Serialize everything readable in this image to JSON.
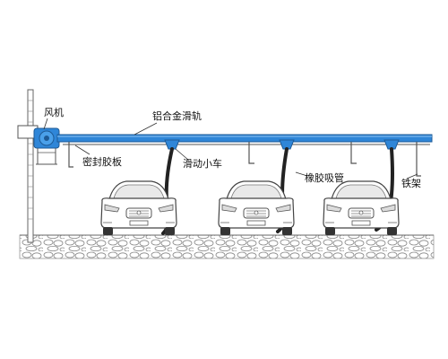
{
  "labels": {
    "fan": "风机",
    "rail": "铝合金滑轨",
    "seal": "密封胶板",
    "trolley": "滑动小车",
    "hose": "橡胶吸管",
    "bracket": "铁架"
  },
  "colors": {
    "rail": "#2f86d8",
    "fan": "#2f86d8",
    "hose": "#222222",
    "ground": "#cfcfcf",
    "frame": "#999999"
  },
  "car_count": 3
}
